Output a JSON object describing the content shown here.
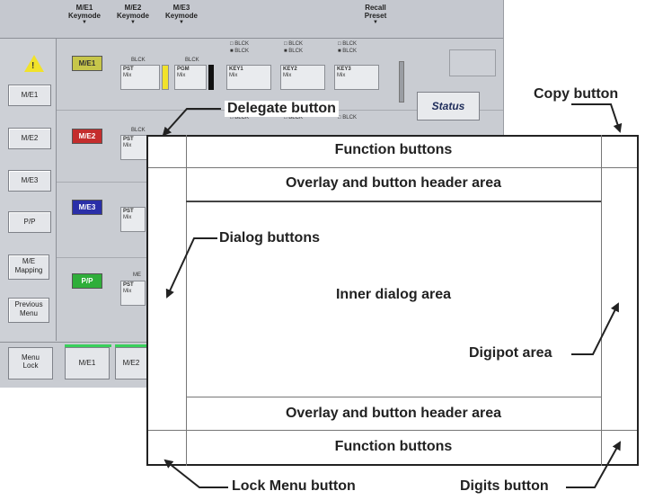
{
  "screen": {
    "top_buttons": [
      {
        "line1": "M/E1",
        "line2": "Keymode"
      },
      {
        "line1": "M/E2",
        "line2": "Keymode"
      },
      {
        "line1": "M/E3",
        "line2": "Keymode"
      },
      {
        "line1": "Recall",
        "line2": "Preset"
      }
    ],
    "side_buttons": [
      "M/E1",
      "M/E2",
      "M/E3",
      "P/P"
    ],
    "side_buttons_tall": [
      {
        "line1": "M/E",
        "line2": "Mapping"
      },
      {
        "line1": "Previous",
        "line2": "Menu"
      }
    ],
    "warning_mark": "!",
    "me_badges": [
      {
        "label": "M/E1",
        "color": "#c7c64a"
      },
      {
        "label": "M/E2",
        "color": "#c42d2d"
      },
      {
        "label": "M/E3",
        "color": "#2a2fa8"
      },
      {
        "label": "P/P",
        "color": "#2fae3a"
      }
    ],
    "row1": {
      "blck_a": "BLCK",
      "blck_b": "BLCK",
      "pst": {
        "title": "PST",
        "sub": "Mix"
      },
      "pgm": {
        "title": "PGM",
        "sub": "Mix"
      },
      "keys": [
        {
          "title": "KEY1",
          "sub": "Mix",
          "opt1": "BLCK",
          "opt2": "BLCK"
        },
        {
          "title": "KEY2",
          "sub": "Mix",
          "opt1": "BLCK",
          "opt2": "BLCK"
        },
        {
          "title": "KEY3",
          "sub": "Mix",
          "opt1": "BLCK",
          "opt2": "BLCK"
        }
      ]
    },
    "row2": {
      "pst": {
        "title": "PST",
        "sub": "Mix"
      },
      "blck": [
        "BLCK",
        "BLCK",
        "BLCK",
        "BLCK"
      ]
    },
    "row3": {
      "pst": {
        "title": "PST",
        "sub": "Mix"
      }
    },
    "row4": {
      "pst": {
        "title": "PST",
        "sub": "Mix"
      },
      "me": "ME"
    },
    "status_label": "Status",
    "bottom_tabs": [
      {
        "line1": "Menu",
        "line2": "Lock"
      },
      {
        "line1": "M/E1",
        "line2": ""
      },
      {
        "line1": "M/E2",
        "line2": ""
      }
    ]
  },
  "diagram": {
    "function_buttons_top": "Function buttons",
    "overlay_header_top": "Overlay and button header area",
    "inner_dialog_area": "Inner dialog area",
    "overlay_header_bottom": "Overlay and button header area",
    "function_buttons_bottom": "Function buttons"
  },
  "callouts": {
    "delegate_button": "Delegate button",
    "copy_button": "Copy button",
    "dialog_buttons": "Dialog buttons",
    "digipot_area": "Digipot area",
    "lock_menu_button": "Lock Menu button",
    "digits_button": "Digits button"
  }
}
